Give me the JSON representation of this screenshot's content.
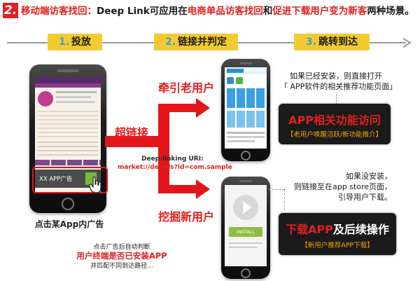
{
  "title": {
    "num": "2.",
    "heading": "移动端访客找回：",
    "text1": "Deep Link可应用在",
    "red1": "电商单品访客找回",
    "text2": "和",
    "red2": "促进下载用户变为新客",
    "text3": "两种场景。"
  },
  "steps": [
    {
      "n": "1.",
      "label": "投放"
    },
    {
      "n": "2.",
      "label": "链接并判定"
    },
    {
      "n": "3.",
      "label": "跳转到达"
    }
  ],
  "left_phone": {
    "ad_label": "XX APP广告",
    "caption": "点击某App内广告"
  },
  "hyperlink": "超链接",
  "uri": {
    "line1": "Deep-linking URI:",
    "line2": "market://details?id=com.sample"
  },
  "old_users": "牵引老用户",
  "new_users": "挖掘新用户",
  "installed_note": {
    "line1": "如果已经安装，则直接打开",
    "line2": "「 APP软件的相关推荐功能页面」"
  },
  "not_installed_note": {
    "line1": "如果没安装，",
    "line2": "则链接至在app store页面，",
    "line3": "引导用户下载。"
  },
  "box_top": {
    "head": "APP相关功能访问",
    "sub": "【老用户唤醒活跃/新功能推介】"
  },
  "box_bottom": {
    "head_red": "下载APP",
    "head_white": "及后续操作",
    "sub": "【新用户推荐APP下载】"
  },
  "install_button": "INSTALL",
  "bottom_note": {
    "line1": "点击广告后自动判断",
    "line2": "用户终端是否已安装APP",
    "line3": "并匹配不同到达路径..."
  },
  "colors": {
    "accent_red": "#e0201f",
    "step_yellow": "#f3cb30",
    "step_blue": "#3a9fd8"
  }
}
